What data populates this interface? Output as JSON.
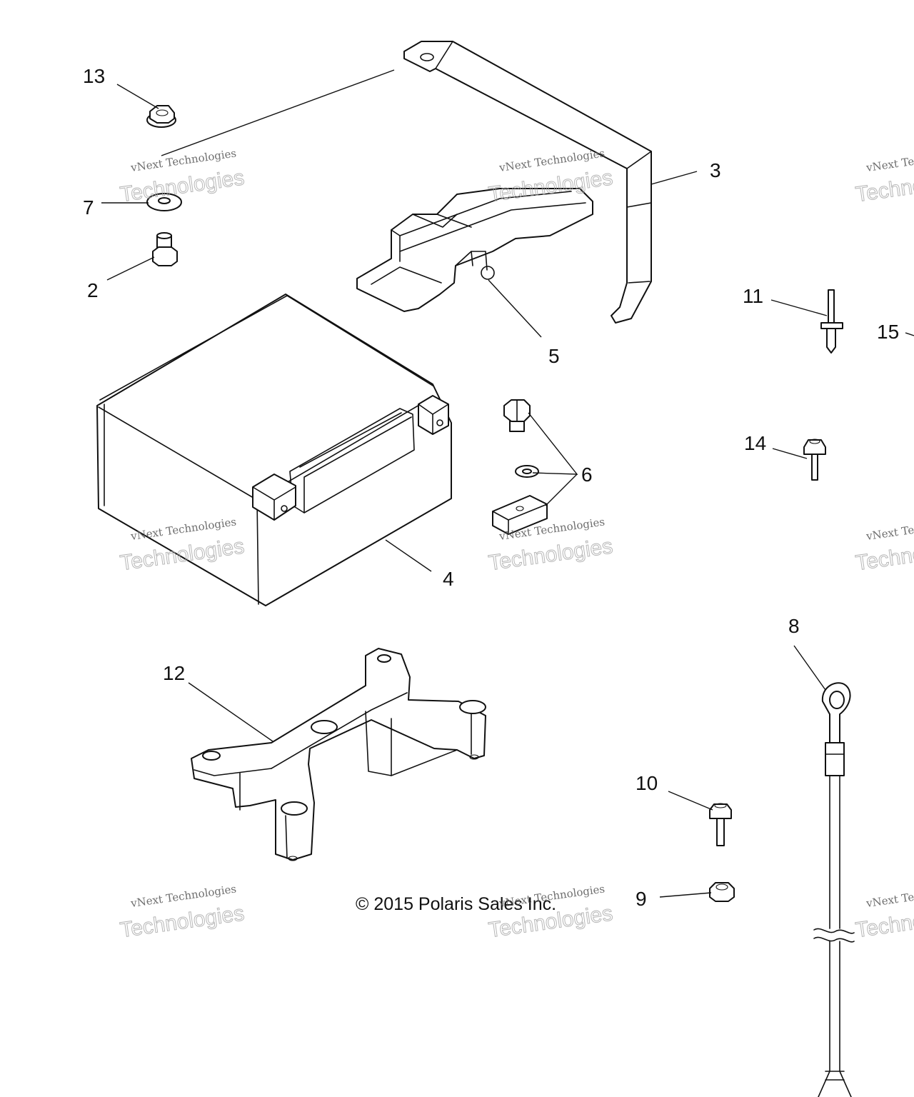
{
  "callouts": {
    "c2": "2",
    "c3": "3",
    "c4": "4",
    "c5": "5",
    "c6": "6",
    "c7": "7",
    "c8": "8",
    "c9": "9",
    "c10": "10",
    "c11": "11",
    "c12": "12",
    "c13": "13",
    "c14": "14",
    "c15": "15"
  },
  "copyright": "© 2015 Polaris Sales Inc.",
  "watermark": {
    "line1": "vNext Technologies",
    "line2": "Technologies",
    "overlay": "vNext"
  }
}
